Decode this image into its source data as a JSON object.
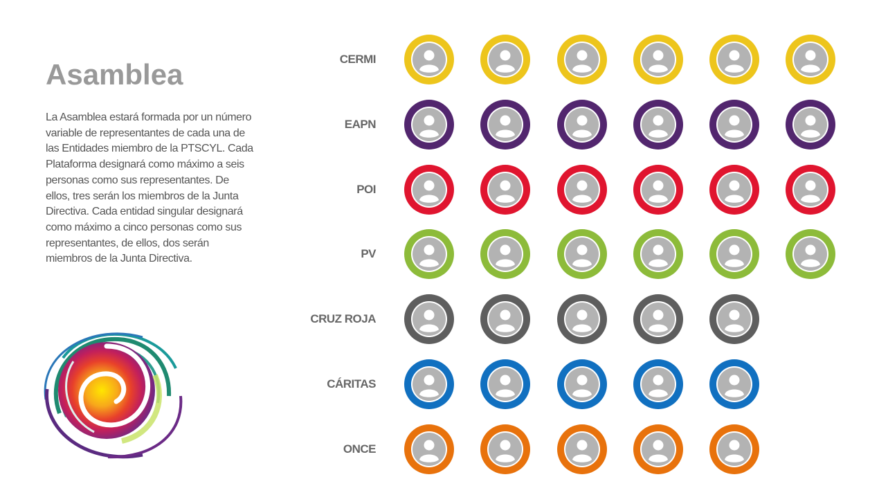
{
  "page": {
    "title": "Asamblea",
    "description": "La Asamblea estará formada por un número variable de representantes de cada una de las Entidades miembro de la PTSCYL. Cada Plataforma designará como máximo a seis personas como sus representantes. De ellos, tres serán los miembros de la Junta Directiva. Cada entidad singular designará como máximo a cinco personas como sus representantes, de ellos, dos serán miembros de la Junta Directiva."
  },
  "icons": {
    "member": "user-avatar-icon",
    "logo": "spiral-logo-icon"
  },
  "groups": [
    {
      "label": "CERMI",
      "color": "#EDC51C",
      "members": 6
    },
    {
      "label": "EAPN",
      "color": "#52266E",
      "members": 6
    },
    {
      "label": "POI",
      "color": "#E0152F",
      "members": 6
    },
    {
      "label": "PV",
      "color": "#8DBB3A",
      "members": 6
    },
    {
      "label": "CRUZ ROJA",
      "color": "#5E5E5E",
      "members": 5
    },
    {
      "label": "CÁRITAS",
      "color": "#1170C0",
      "members": 5
    },
    {
      "label": "ONCE",
      "color": "#E8720C",
      "members": 5
    }
  ]
}
